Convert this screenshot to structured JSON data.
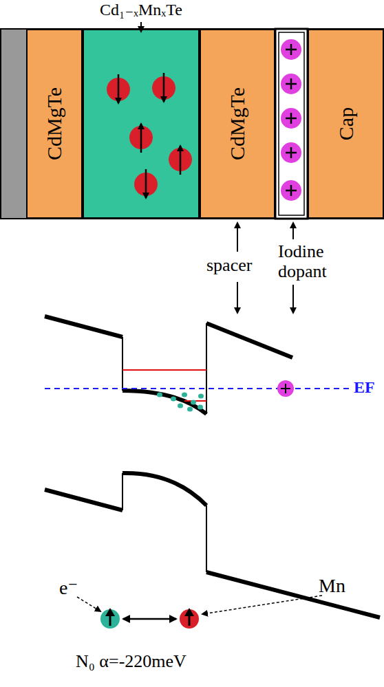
{
  "diagram": {
    "nodes": [
      {
        "text": [
          "CdMgTe"
        ]
      },
      {
        "text": [
          "Cd₁₋ₓMnₓTe"
        ]
      },
      {
        "text": [
          "CdMgTe"
        ]
      },
      {
        "text": [
          "Cap"
        ]
      },
      {
        "text": [
          "e⁻"
        ]
      },
      {
        "text": [
          "Mn"
        ]
      }
    ],
    "edges": [
      {
        "from": 4,
        "to": 5,
        "arrow": "both"
      }
    ],
    "labels": [
      "spacer",
      "Iodine dopant",
      "EF",
      "N₀ α=-220meV"
    ]
  }
}
